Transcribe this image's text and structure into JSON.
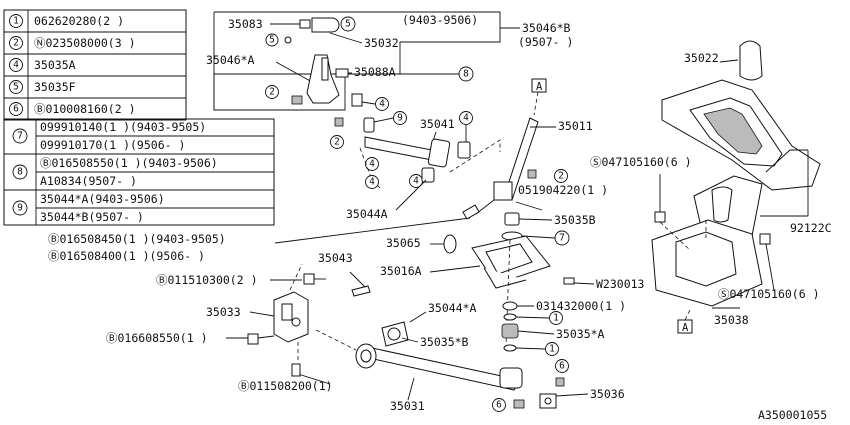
{
  "legend": [
    {
      "num": "1",
      "text": "062620280(2 )"
    },
    {
      "num": "2",
      "text": "Ⓝ023508000(3 )"
    },
    {
      "num": "4",
      "text": "35035A"
    },
    {
      "num": "5",
      "text": "35035F"
    },
    {
      "num": "6",
      "text": "Ⓑ010008160(2 )"
    },
    {
      "num": "7",
      "text": "099910140(1 )(9403-9505)",
      "text2": "099910170(1 )(9506-    )"
    },
    {
      "num": "8",
      "text": "Ⓑ016508550(1 )(9403-9506)",
      "text2": "A10834(9507-    )"
    },
    {
      "num": "9",
      "text": "35044*A(9403-9506)",
      "text2": "35044*B(9507-    )"
    }
  ],
  "bolts_note": {
    "line1": "Ⓑ016508450(1 )(9403-9505)",
    "line2": "Ⓑ016508400(1 )(9506-    )"
  },
  "labels": {
    "p35083": "35083",
    "p35032": "35032",
    "p35046b_range1": "(9403-9506)",
    "p35046b": "35046*B",
    "p35046b_range2": "(9507-    )",
    "p35046a": "35046*A",
    "p35088a": "35088A",
    "p35041": "35041",
    "p35011": "35011",
    "p35022": "35022",
    "p35044a_low": "35044A",
    "p051904220": "051904220(1 )",
    "p35035b": "35035B",
    "p35065": "35065",
    "p35016a": "35016A",
    "p35043": "35043",
    "p011510300": "Ⓑ011510300(2 )",
    "p35033": "35033",
    "p016608550": "Ⓑ016608550(1 )",
    "p35044a_star": "35044*A",
    "p35035b_star": "35035*B",
    "p011508200": "Ⓑ011508200(1)",
    "p35031": "35031",
    "pW230013": "W230013",
    "p031432000": "031432000(1 )",
    "p35035a_star": "35035*A",
    "p35036": "35036",
    "pS047105160_top": "Ⓢ047105160(6 )",
    "pS047105160_bot": "Ⓢ047105160(6 )",
    "p92122c": "92122C",
    "p35038": "35038",
    "markerA": "A",
    "diagram_id": "A350001055"
  },
  "callouts": [
    "5",
    "5",
    "8",
    "2",
    "4",
    "4",
    "9",
    "2",
    "4",
    "4",
    "2",
    "7",
    "1",
    "1",
    "6",
    "6"
  ]
}
